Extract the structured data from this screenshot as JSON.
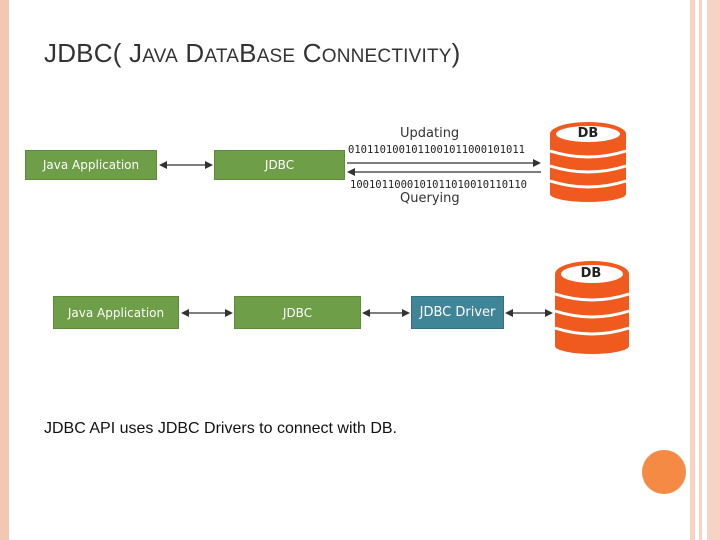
{
  "slide": {
    "title_parts": [
      {
        "text": "JDBC( J",
        "small": false
      },
      {
        "text": "AVA",
        "small": true
      },
      {
        "text": " D",
        "small": false
      },
      {
        "text": "ATA",
        "small": true
      },
      {
        "text": "B",
        "small": false
      },
      {
        "text": "ASE",
        "small": true
      },
      {
        "text": " C",
        "small": false
      },
      {
        "text": "ONNECTIVITY",
        "small": true
      },
      {
        "text": ")",
        "small": false
      }
    ],
    "caption": "JDBC API uses JDBC Drivers to connect with DB."
  },
  "diagram1": {
    "java_app": "Java Application",
    "jdbc": "JDBC",
    "updating": "Updating",
    "querying": "Querying",
    "bits_top": "0101101001011001011000101011",
    "bits_bottom": "1001011000101011010010110110",
    "db": "DB"
  },
  "diagram2": {
    "java_app": "Java Application",
    "jdbc": "JDBC",
    "driver": "JDBC Driver",
    "db": "DB"
  },
  "colors": {
    "green": "#6e9e47",
    "teal": "#3f8597",
    "db_orange": "#f05a1e",
    "accent_circle": "#f58a45"
  }
}
